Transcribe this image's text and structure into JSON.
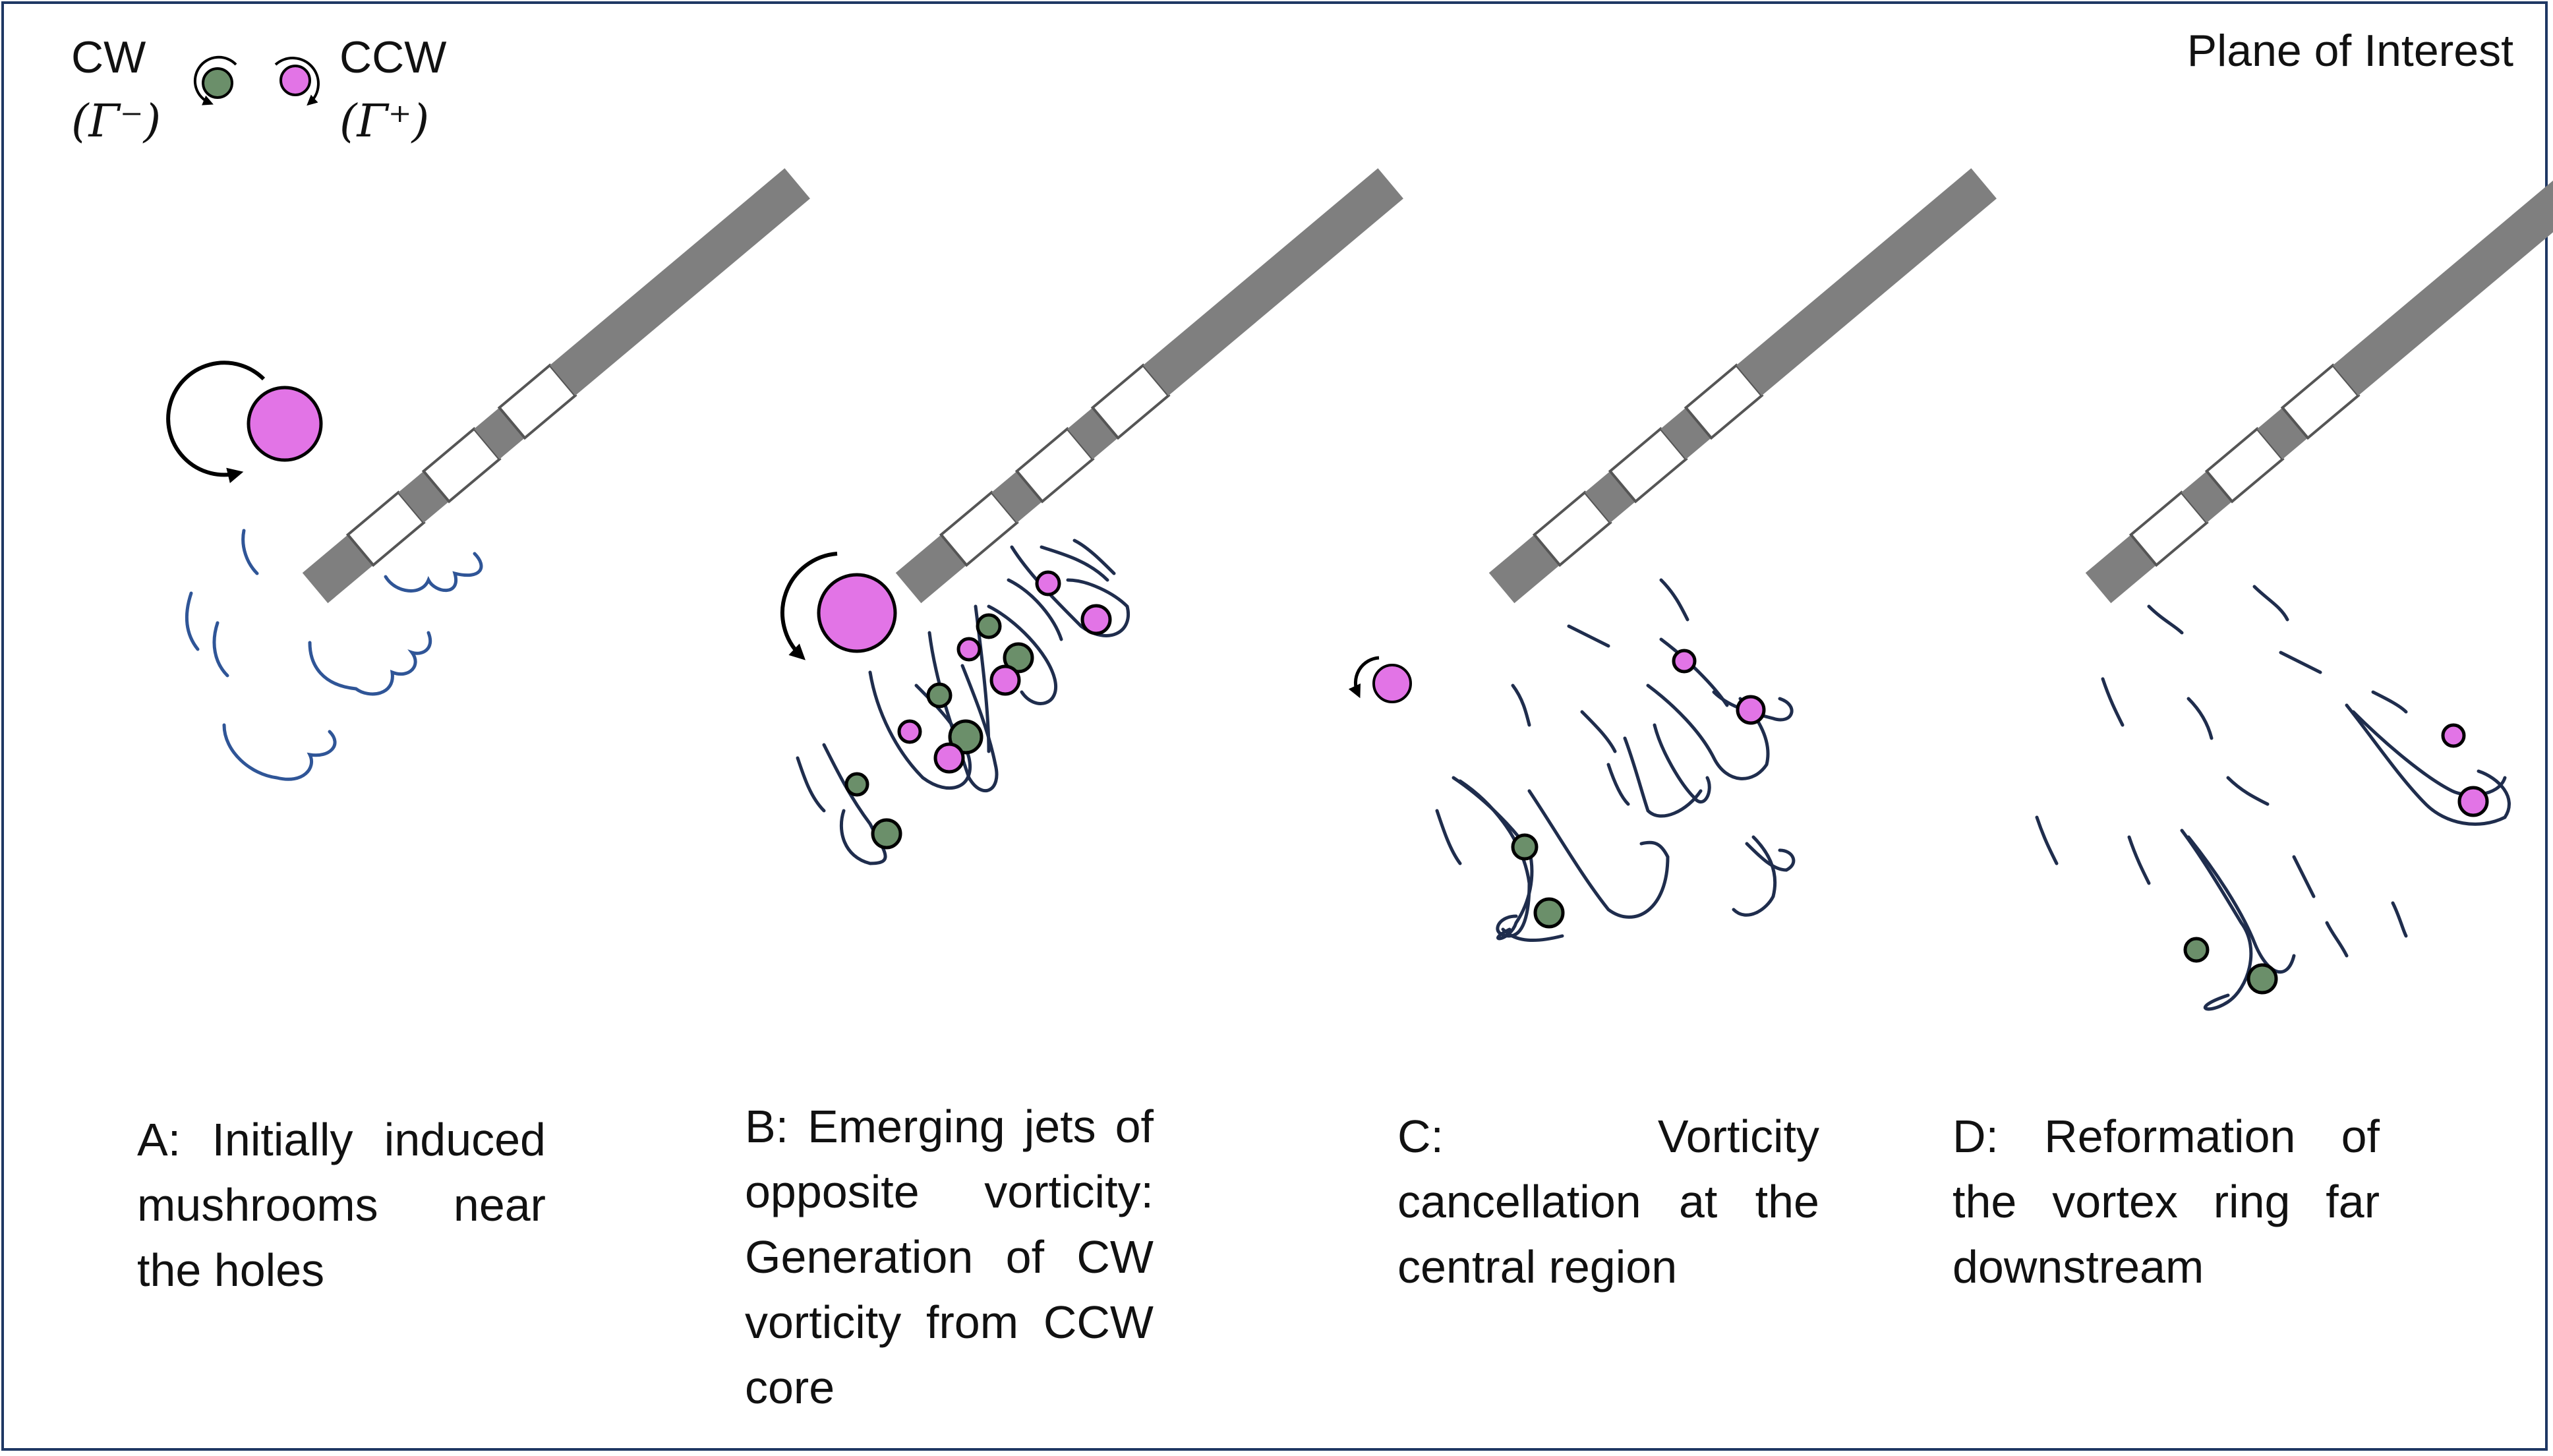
{
  "title": "Plane of Interest",
  "legend": {
    "cw_label": "CW",
    "cw_symbol": "(Γ⁻)",
    "ccw_label": "CCW",
    "ccw_symbol": "(Γ⁺)"
  },
  "colors": {
    "ccw_vortex": "#e274e6",
    "cw_vortex": "#6b8f6a",
    "plate": "#7f7f7f",
    "streamline_a": "#2f5597",
    "streamline": "#1f2d4d",
    "border": "#1f3864"
  },
  "panels": [
    {
      "id": "A",
      "caption": "A: Initially induced mushrooms near the holes"
    },
    {
      "id": "B",
      "caption": "B: Emerging jets of opposite vorticity: Generation of CW vorticity from CCW core"
    },
    {
      "id": "C",
      "caption": "C: Vorticity cancellation at the central region"
    },
    {
      "id": "D",
      "caption": "D: Reformation of the vortex ring far downstream"
    }
  ]
}
